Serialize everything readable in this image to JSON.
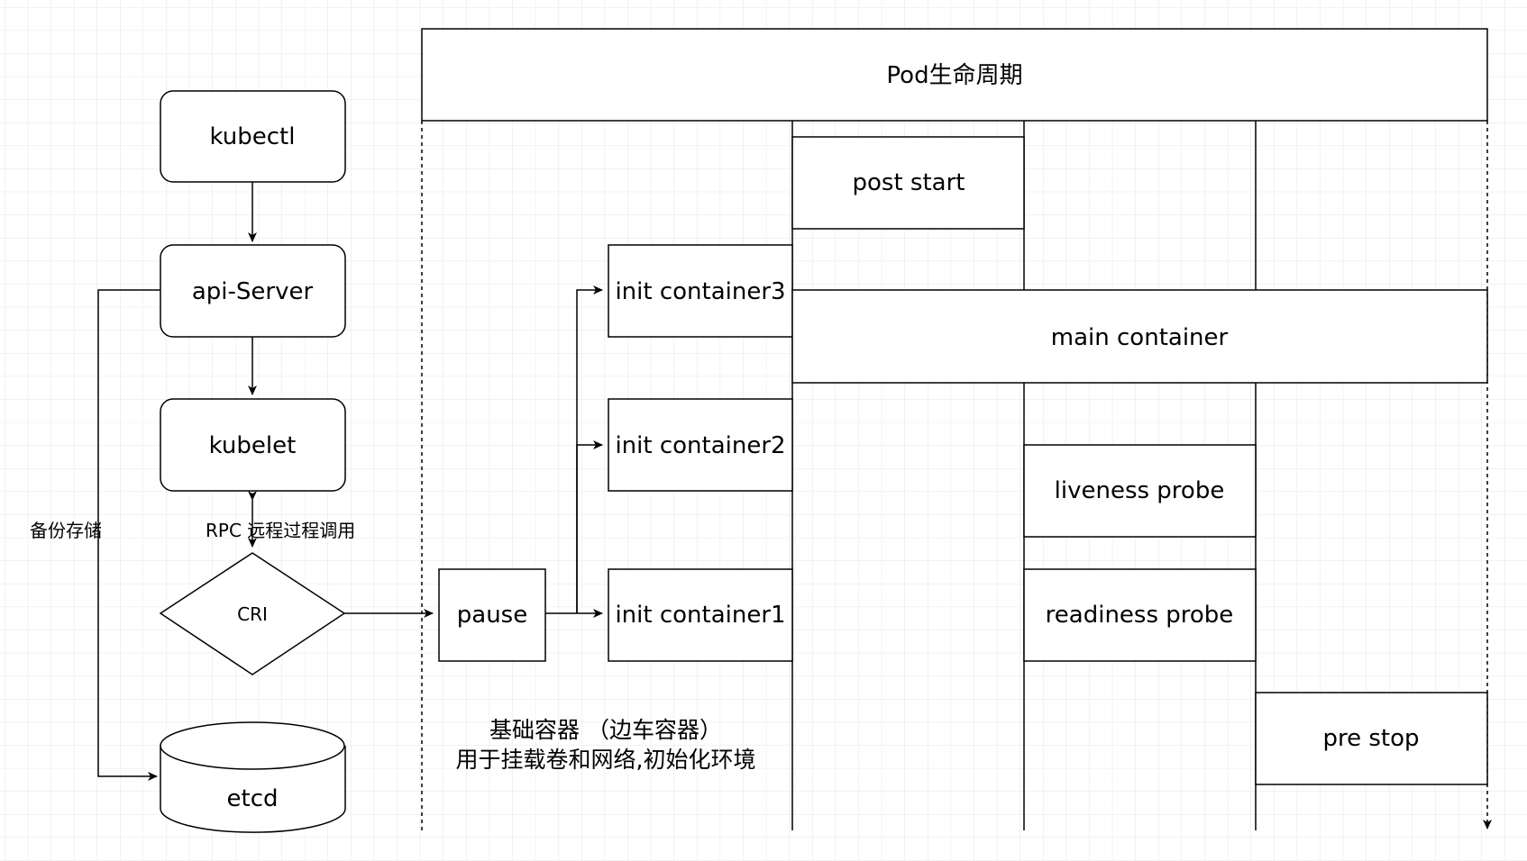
{
  "nodes": {
    "kubectl": "kubectl",
    "api_server": "api-Server",
    "kubelet": "kubelet",
    "cri": "CRI",
    "etcd": "etcd",
    "pause": "pause",
    "init_container3": "init container3",
    "init_container2": "init container2",
    "init_container1": "init container1",
    "pod_lifecycle": "Pod生命周期",
    "post_start": "post start",
    "main_container": "main container",
    "liveness_probe": "liveness probe",
    "readiness_probe": "readiness probe",
    "pre_stop": "pre stop"
  },
  "labels": {
    "backup_storage": "备份存储",
    "rpc": "RPC 远程过程调用",
    "base_container_line1": "基础容器 （边车容器）",
    "base_container_line2": "用于挂载卷和网络,初始化环境"
  },
  "colors": {
    "grid": "#e6e6e6",
    "stroke": "#000000",
    "fill": "#ffffff"
  }
}
